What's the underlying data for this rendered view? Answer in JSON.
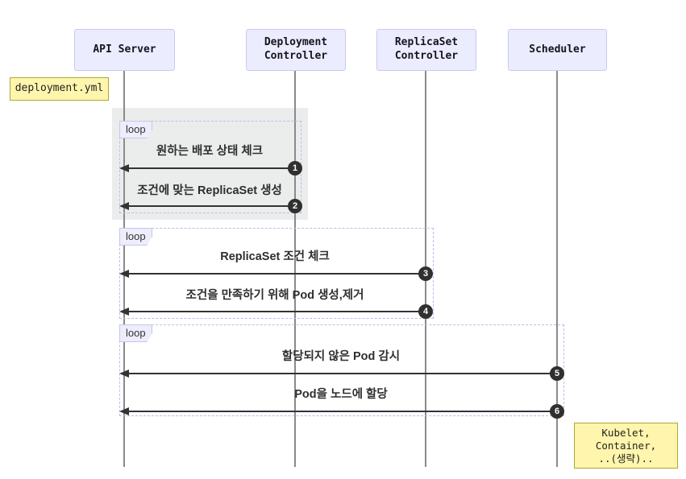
{
  "diagram_type": "sequence",
  "colors": {
    "actor_fill": "#ECECFF",
    "actor_border": "#C9C9EF",
    "note_fill": "#FFF5AD",
    "note_border": "#AAAA33",
    "loop_border": "#BDBDE4",
    "loop_label_fill": "#EDEDFB",
    "highlight_rect": "#EBEDED",
    "lifeline": "#8A8A8A",
    "arrow": "#333333",
    "badge_fill": "#303030"
  },
  "actors": [
    {
      "id": "api-server",
      "lines": [
        "API Server"
      ]
    },
    {
      "id": "deployment-controller",
      "lines": [
        "Deployment",
        "Controller"
      ]
    },
    {
      "id": "replicaset-controller",
      "lines": [
        "ReplicaSet",
        "Controller"
      ]
    },
    {
      "id": "scheduler",
      "lines": [
        "Scheduler"
      ]
    }
  ],
  "notes": {
    "deployment_yml": {
      "text": "deployment.yml"
    },
    "kubelet": {
      "lines": [
        "Kubelet,",
        "Container,",
        "..(생략).."
      ]
    }
  },
  "loops": [
    {
      "label": "loop",
      "messages": [
        {
          "text": "원하는 배포 상태 체크",
          "badge": "1",
          "from": "deployment-controller",
          "to": "api-server"
        },
        {
          "text": "조건에 맞는 ReplicaSet 생성",
          "badge": "2",
          "from": "deployment-controller",
          "to": "api-server"
        }
      ]
    },
    {
      "label": "loop",
      "messages": [
        {
          "text": "ReplicaSet 조건 체크",
          "badge": "3",
          "from": "replicaset-controller",
          "to": "api-server"
        },
        {
          "text": "조건을 만족하기 위해 Pod 생성,제거",
          "badge": "4",
          "from": "replicaset-controller",
          "to": "api-server"
        }
      ]
    },
    {
      "label": "loop",
      "messages": [
        {
          "text": "할당되지 않은 Pod 감시",
          "badge": "5",
          "from": "scheduler",
          "to": "api-server"
        },
        {
          "text": "Pod을 노드에 할당",
          "badge": "6",
          "from": "scheduler",
          "to": "api-server"
        }
      ]
    }
  ]
}
